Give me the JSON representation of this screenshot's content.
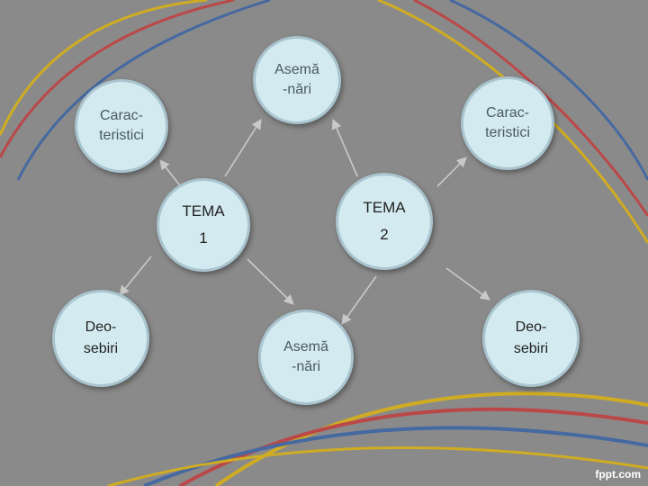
{
  "nodes": {
    "similarities_top": "Asemă\n-nări",
    "characteristics_left": "Carac-\nteristici",
    "characteristics_right": "Carac-\nteristici",
    "theme1": "TEMA\n1",
    "theme2": "TEMA\n2",
    "differences_left": "Deo-\nsebiri",
    "similarities_bottom": "Asemă\n-nări",
    "differences_right": "Deo-\nsebiri"
  },
  "watermark": "fppt.com",
  "colors": {
    "background": "#8a8a8a",
    "node_fill": "#d3eaf0",
    "node_border": "#a9c4cf",
    "arrow": "#c9c9c9"
  }
}
